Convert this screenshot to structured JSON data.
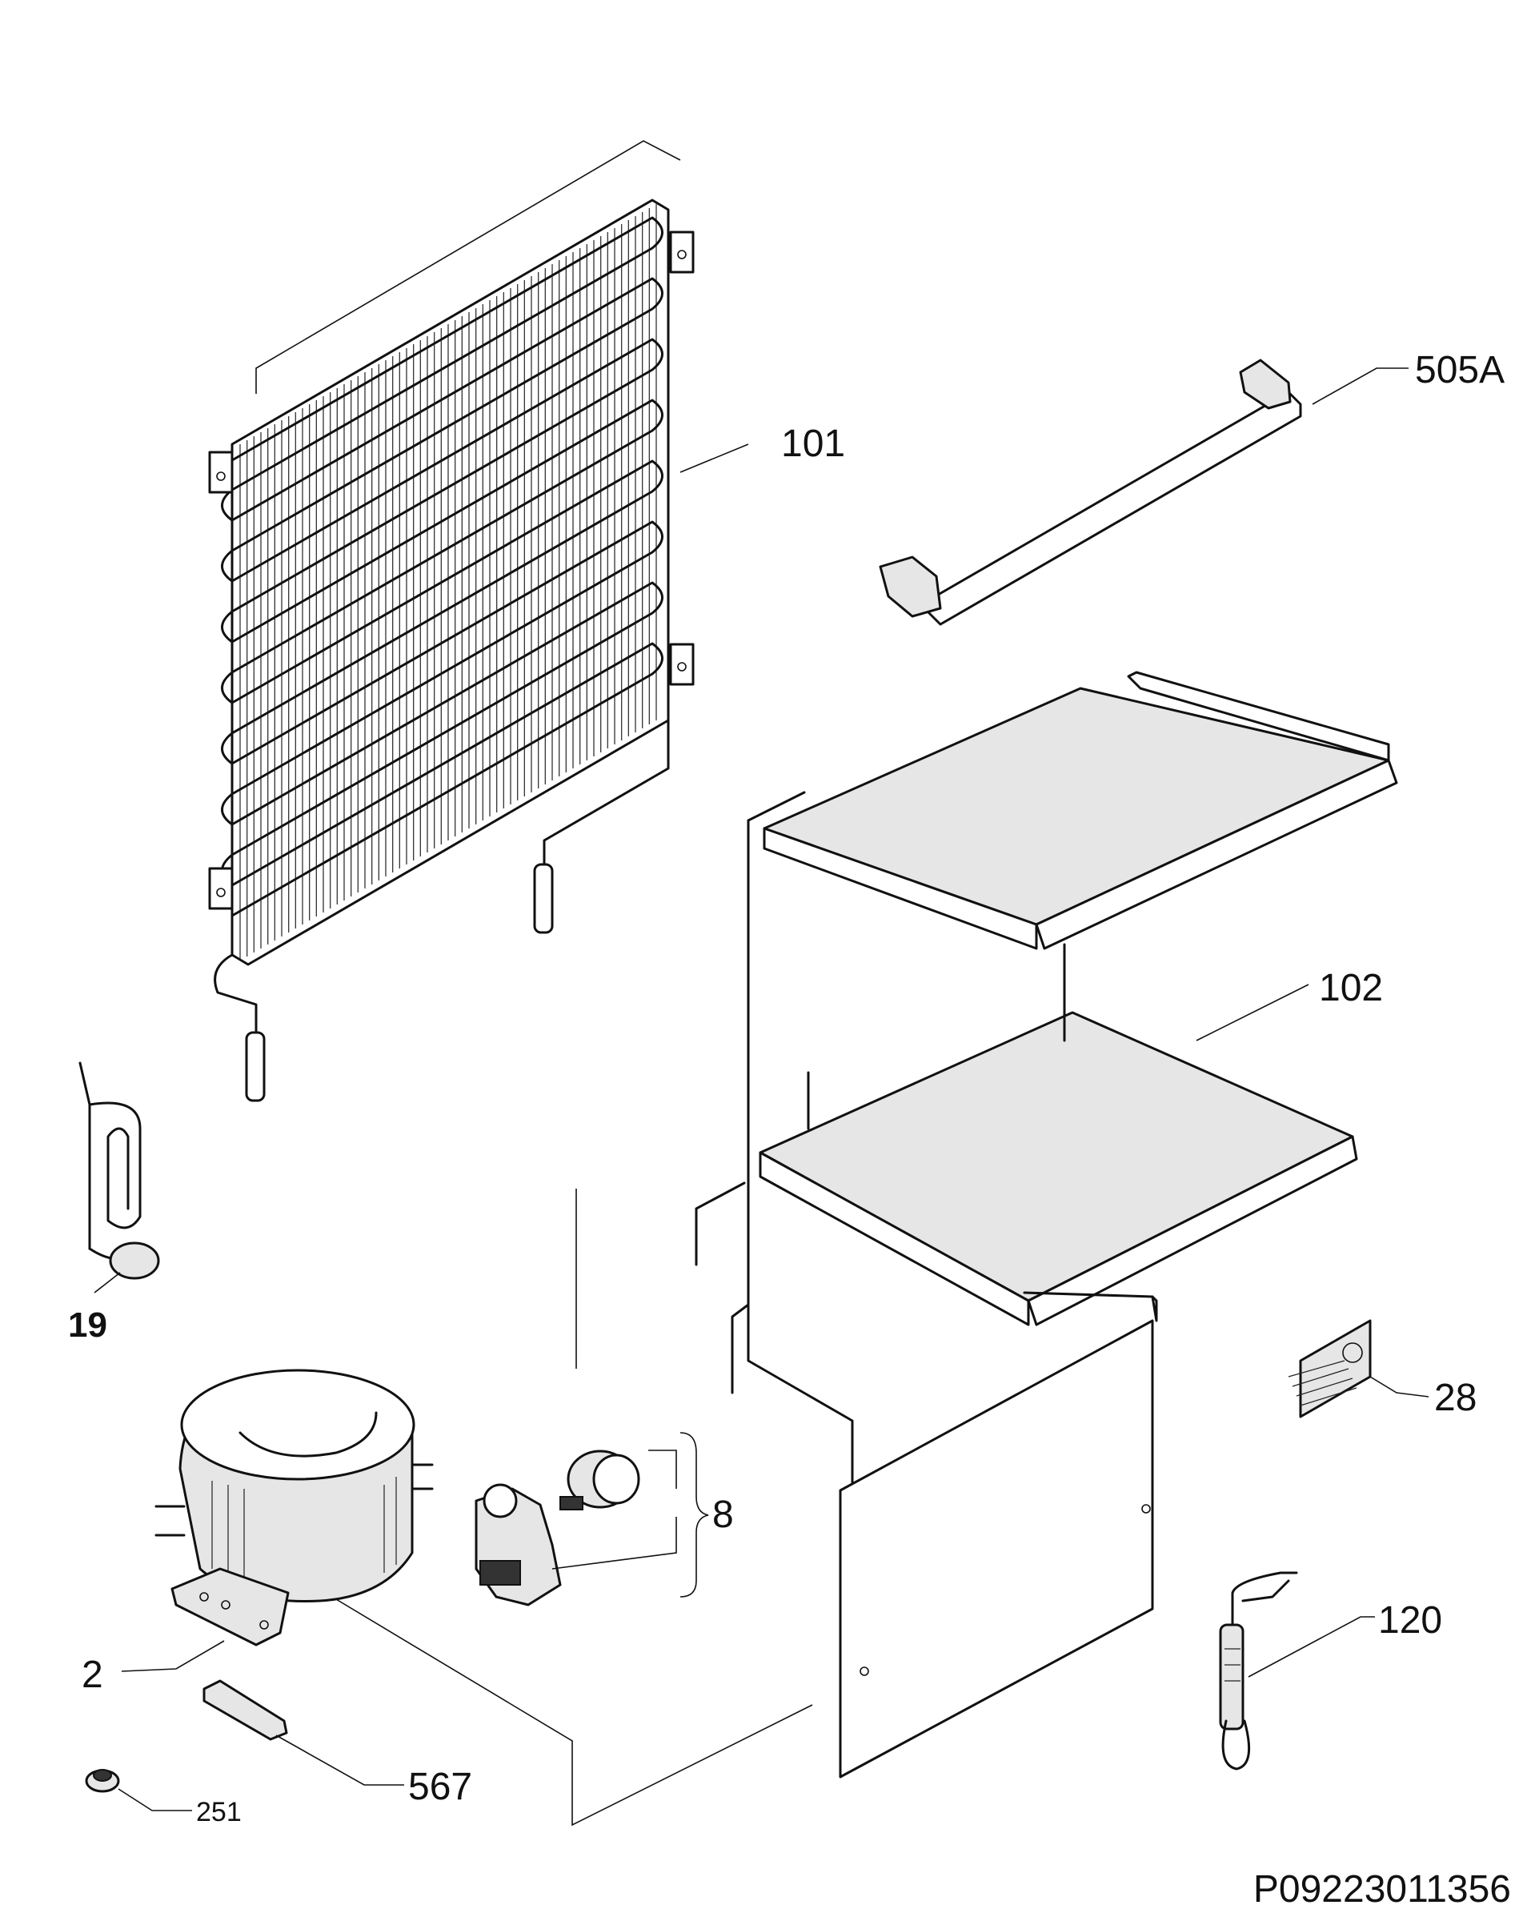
{
  "parts": [
    {
      "id": "condenser",
      "label": "101"
    },
    {
      "id": "handle",
      "label": "505A"
    },
    {
      "id": "shelf-frame",
      "label": "102"
    },
    {
      "id": "power-cable",
      "label": "19"
    },
    {
      "id": "thermostat-clip",
      "label": "28"
    },
    {
      "id": "starter-relay",
      "label": "8"
    },
    {
      "id": "compressor",
      "label": "2"
    },
    {
      "id": "dryer-filter",
      "label": "120"
    },
    {
      "id": "bracket",
      "label": "567"
    },
    {
      "id": "rubber-grommet",
      "label": "251"
    }
  ],
  "drawing_code": "P09223011356"
}
